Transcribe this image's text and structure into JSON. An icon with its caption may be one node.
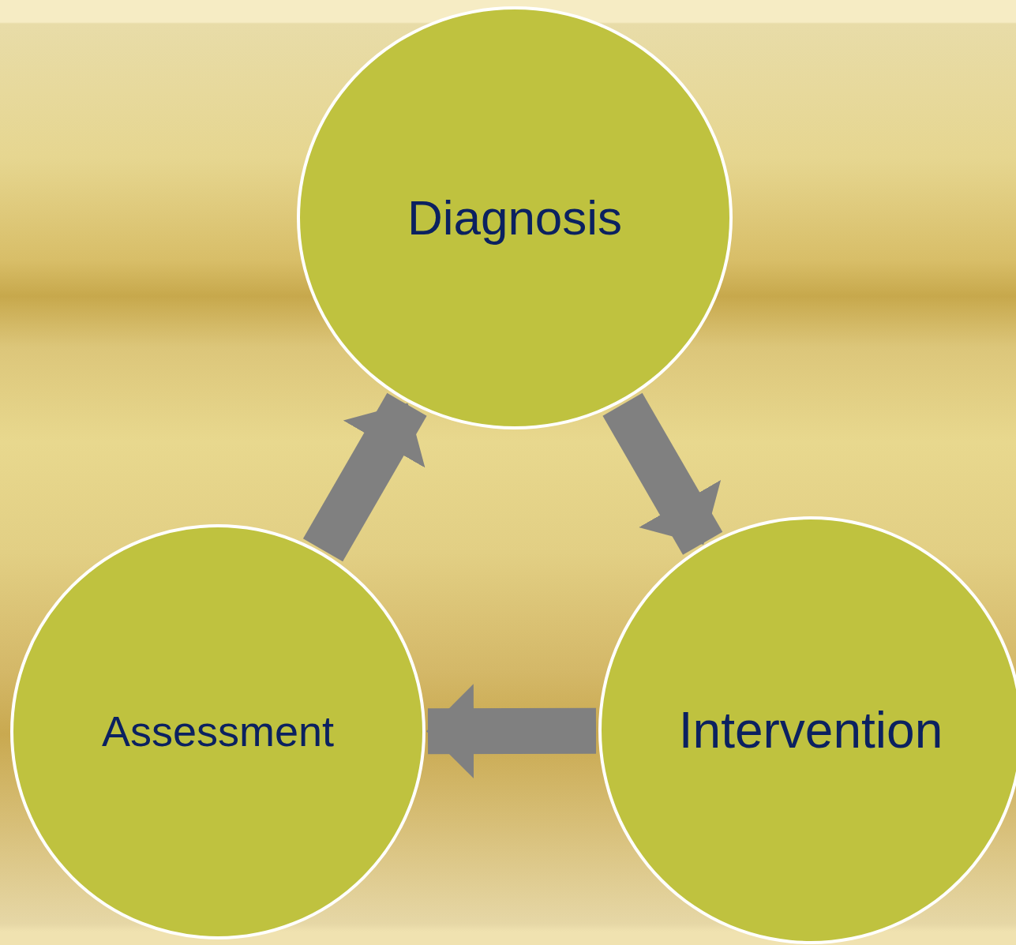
{
  "diagram": {
    "nodes": [
      {
        "text": [
          "Diagnosis"
        ]
      },
      {
        "text": [
          "Intervention"
        ]
      },
      {
        "text": [
          "Assessment"
        ]
      }
    ],
    "edges": [
      {
        "from": 0,
        "to": 1,
        "arrow": "to"
      },
      {
        "from": 1,
        "to": 2,
        "arrow": "to"
      },
      {
        "from": 2,
        "to": 0,
        "arrow": "to"
      }
    ]
  }
}
